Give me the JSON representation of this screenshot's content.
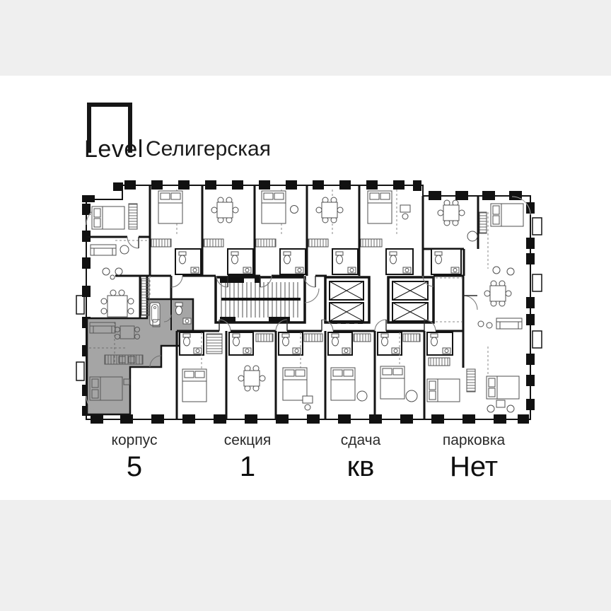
{
  "brand": {
    "logo_text": "Level",
    "project_name": "Селигерская"
  },
  "floor_plan": {
    "highlight_color": "#a5a5a5",
    "wall_color": "#141414"
  },
  "stats": [
    {
      "label": "корпус",
      "value": "5"
    },
    {
      "label": "секция",
      "value": "1"
    },
    {
      "label": "сдача",
      "value": "кв"
    },
    {
      "label": "парковка",
      "value": "Нет"
    }
  ]
}
